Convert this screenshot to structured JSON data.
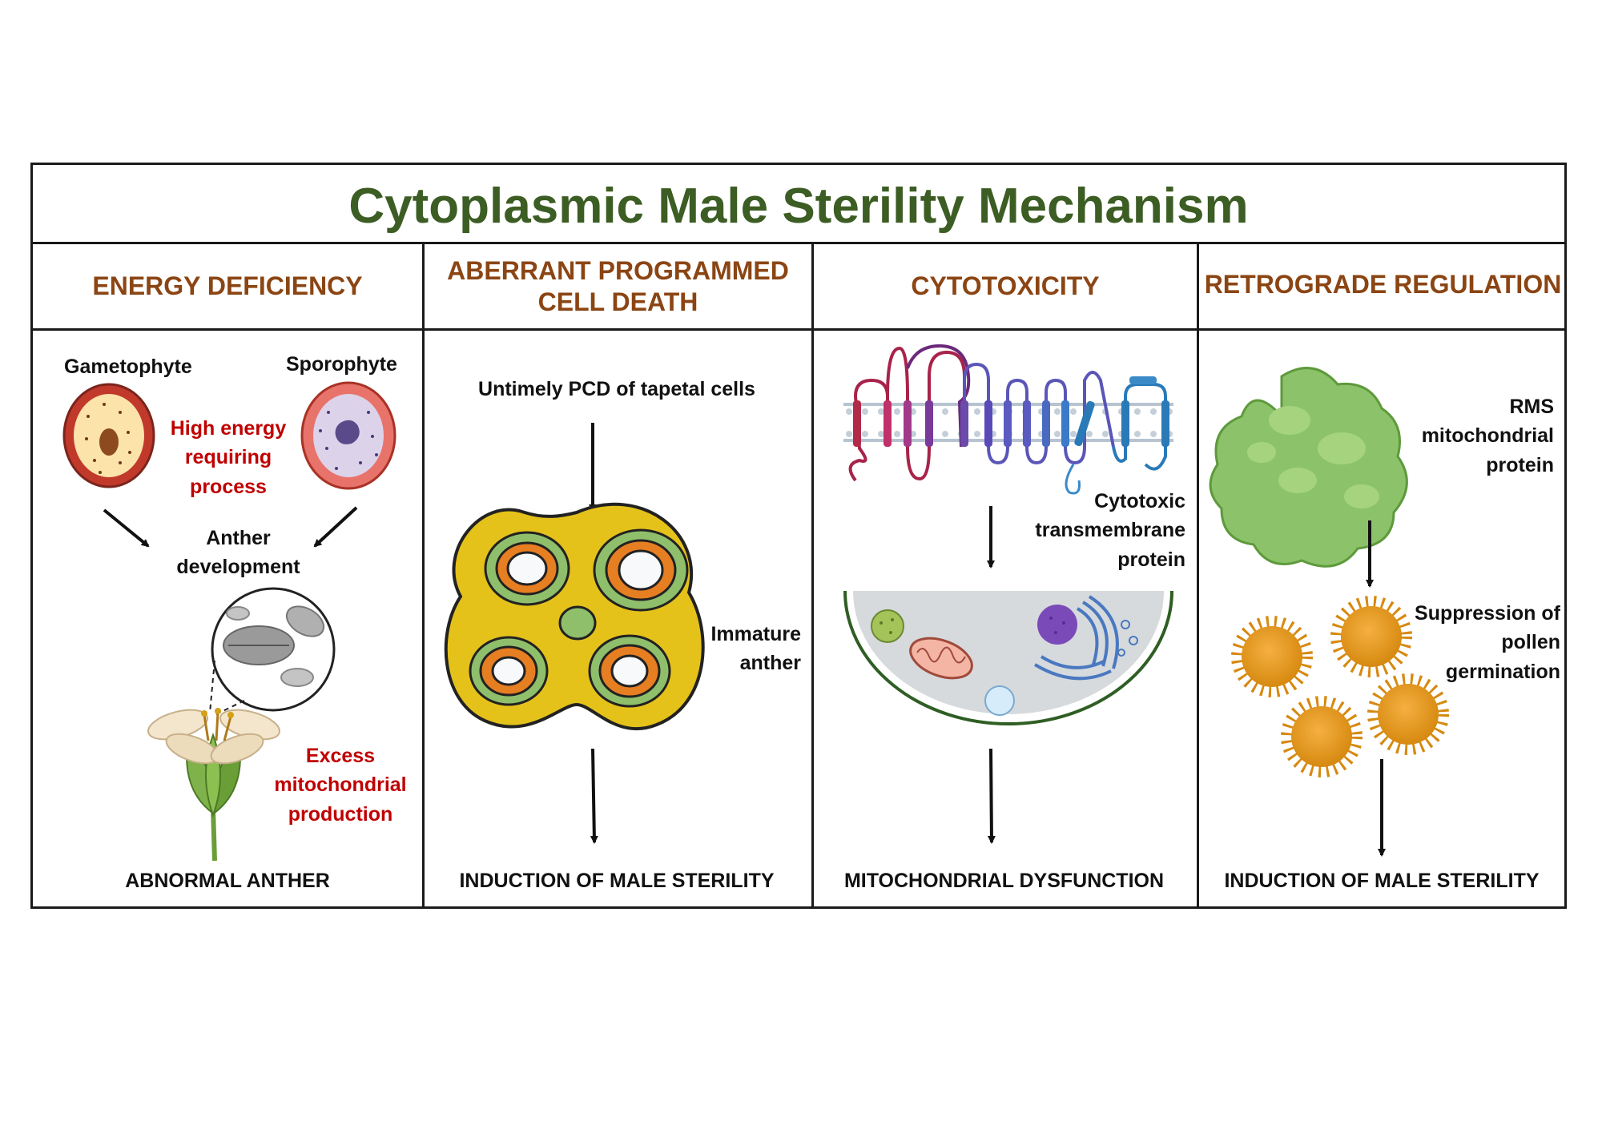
{
  "title": "Cytoplasmic Male Sterility Mechanism",
  "panels": [
    {
      "heading": "ENERGY DEFICIENCY",
      "labels": {
        "gametophyte": "Gametophyte",
        "sporophyte": "Sporophyte",
        "high_energy": "High energy requiring process",
        "anther_development": "Anther development",
        "excess": "Excess mitochondrial production"
      },
      "footer": "ABNORMAL ANTHER"
    },
    {
      "heading": "ABERRANT PROGRAMMED CELL DEATH",
      "labels": {
        "pcd": "Untimely PCD of tapetal cells",
        "immature": "Immature anther"
      },
      "footer": "INDUCTION OF MALE STERILITY"
    },
    {
      "heading": "CYTOTOXICITY",
      "labels": {
        "protein": "Cytotoxic transmembrane protein"
      },
      "footer": "MITOCHONDRIAL DYSFUNCTION"
    },
    {
      "heading": "RETROGRADE REGULATION",
      "labels": {
        "rms": "RMS mitochondrial protein",
        "suppression": "Suppression of pollen germination"
      },
      "footer": "INDUCTION OF MALE STERILITY"
    }
  ],
  "colors": {
    "title": "#3c5d23",
    "heading": "#8b4513",
    "highlight": "#c00000"
  }
}
